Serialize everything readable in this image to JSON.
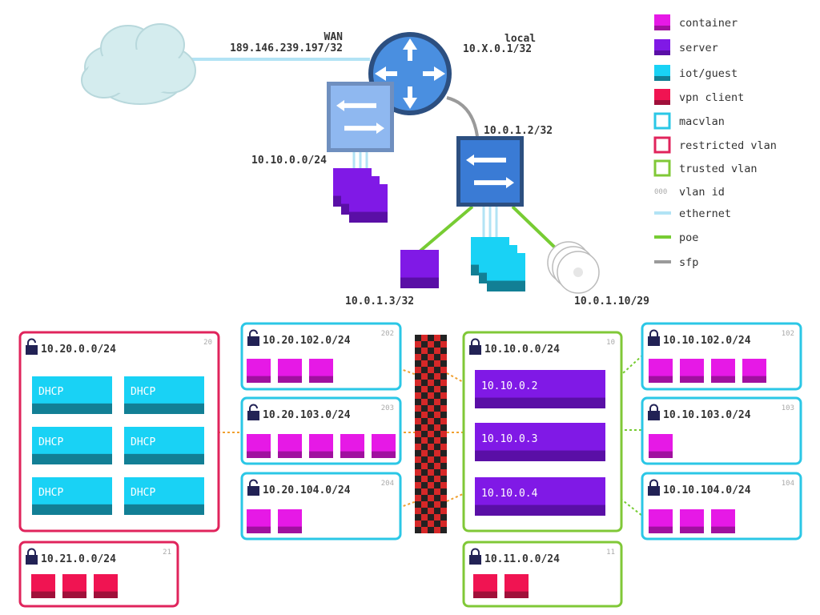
{
  "colors": {
    "container": "#e619e6",
    "container_dark": "#a0109f",
    "server": "#8019e6",
    "server_dark": "#5a0fa6",
    "iot": "#19d2f5",
    "iot_dark": "#127f95",
    "vpn": "#f01452",
    "vpn_dark": "#a0103a",
    "macvlan": "#2bc7e6",
    "restricted": "#e0245c",
    "trusted": "#80c837",
    "ethernet": "#b2e3f5",
    "poe": "#77cc33",
    "sfp": "#9a9a9a",
    "router": "#4a8fe0",
    "router_ring": "#2c4f80",
    "switch_dark": "#3a7bd5",
    "switch_light": "#8fb8f0",
    "checker_a": "#d62828",
    "checker_b": "#222222",
    "lock": "#222255"
  },
  "top": {
    "wan_title": "WAN",
    "wan_ip": "189.146.239.197/32",
    "local_title": "local",
    "local_ip": "10.X.0.1/32",
    "left_switch_net": "10.10.0.0/24",
    "right_switch_ip": "10.0.1.2/32",
    "server_ip": "10.0.1.3/32",
    "ap_ip": "10.0.1.10/29"
  },
  "legend": [
    {
      "label": "container",
      "kind": "fill",
      "color": "container"
    },
    {
      "label": "server",
      "kind": "fill",
      "color": "server"
    },
    {
      "label": "iot/guest",
      "kind": "fill",
      "color": "iot"
    },
    {
      "label": "vpn client",
      "kind": "fill",
      "color": "vpn"
    },
    {
      "label": "macvlan",
      "kind": "outline",
      "color": "macvlan"
    },
    {
      "label": "restricted vlan",
      "kind": "outline",
      "color": "restricted"
    },
    {
      "label": "trusted vlan",
      "kind": "outline",
      "color": "trusted"
    },
    {
      "label": "vlan id",
      "kind": "text",
      "sample": "000"
    },
    {
      "label": "ethernet",
      "kind": "line",
      "color": "ethernet"
    },
    {
      "label": "poe",
      "kind": "line",
      "color": "poe"
    },
    {
      "label": "sfp",
      "kind": "line",
      "color": "sfp"
    }
  ],
  "vlans": {
    "v20": {
      "net": "10.20.0.0/24",
      "id": "20",
      "dhcp": [
        "DHCP",
        "DHCP",
        "DHCP",
        "DHCP",
        "DHCP",
        "DHCP"
      ]
    },
    "v21": {
      "net": "10.21.0.0/24",
      "id": "21"
    },
    "v202": {
      "net": "10.20.102.0/24",
      "id": "202"
    },
    "v203": {
      "net": "10.20.103.0/24",
      "id": "203"
    },
    "v204": {
      "net": "10.20.104.0/24",
      "id": "204"
    },
    "v10": {
      "net": "10.10.0.0/24",
      "id": "10",
      "hosts": [
        "10.10.0.2",
        "10.10.0.3",
        "10.10.0.4"
      ]
    },
    "v11": {
      "net": "10.11.0.0/24",
      "id": "11"
    },
    "v102": {
      "net": "10.10.102.0/24",
      "id": "102"
    },
    "v103": {
      "net": "10.10.103.0/24",
      "id": "103"
    },
    "v104": {
      "net": "10.10.104.0/24",
      "id": "104"
    }
  }
}
